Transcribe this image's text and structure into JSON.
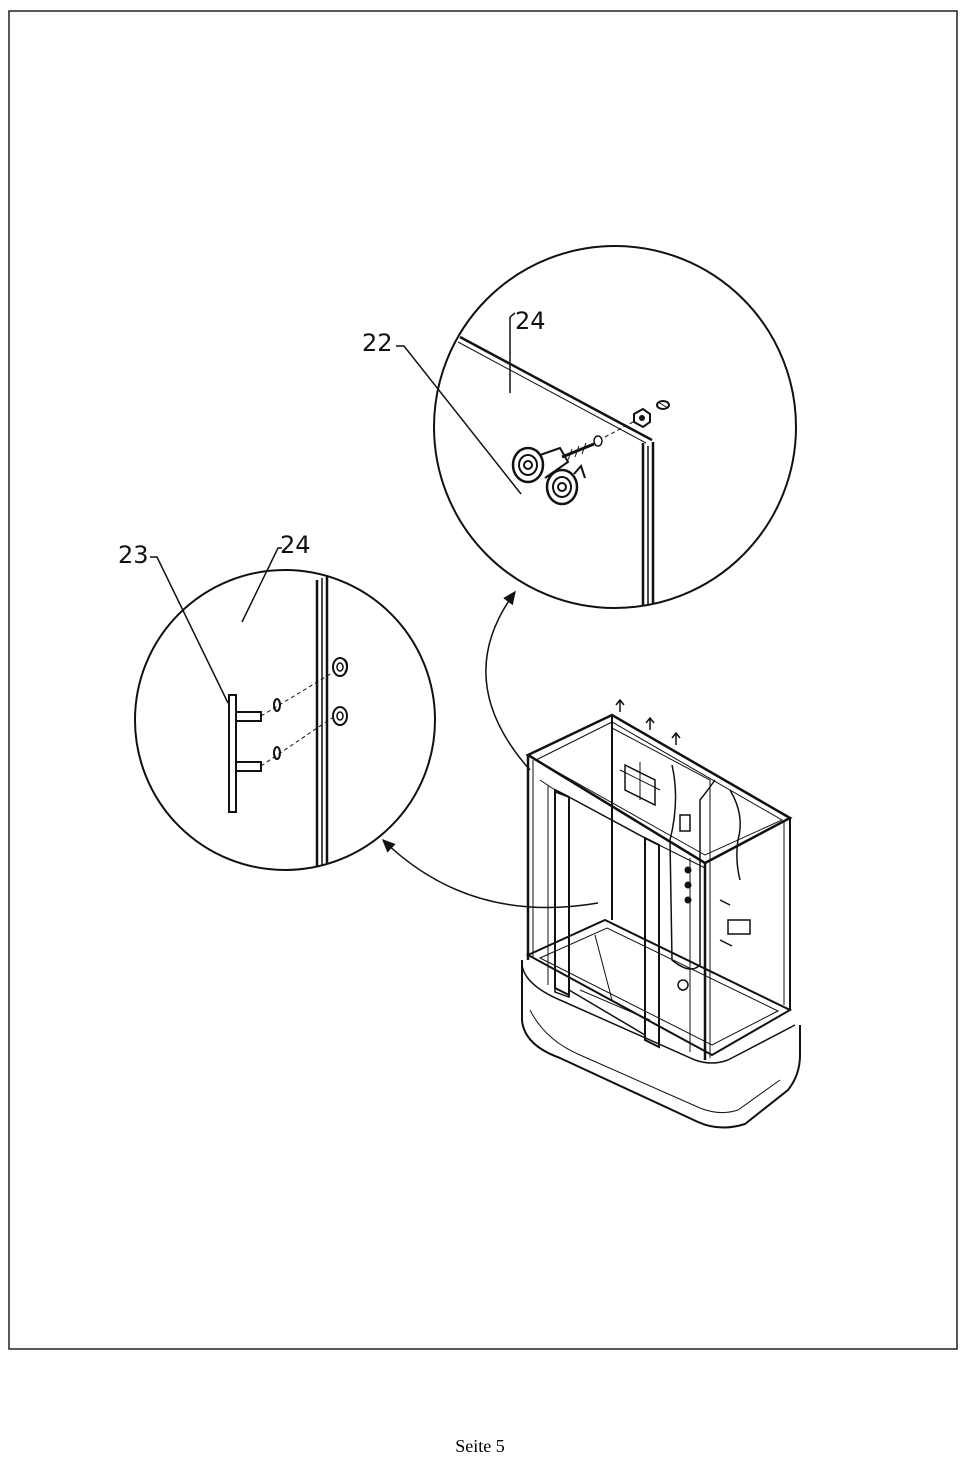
{
  "labels": {
    "top_detail_panel": "24",
    "top_detail_roller": "22",
    "left_detail_handle": "23",
    "left_detail_panel": "24"
  },
  "footer": {
    "page": "Seite 5"
  }
}
